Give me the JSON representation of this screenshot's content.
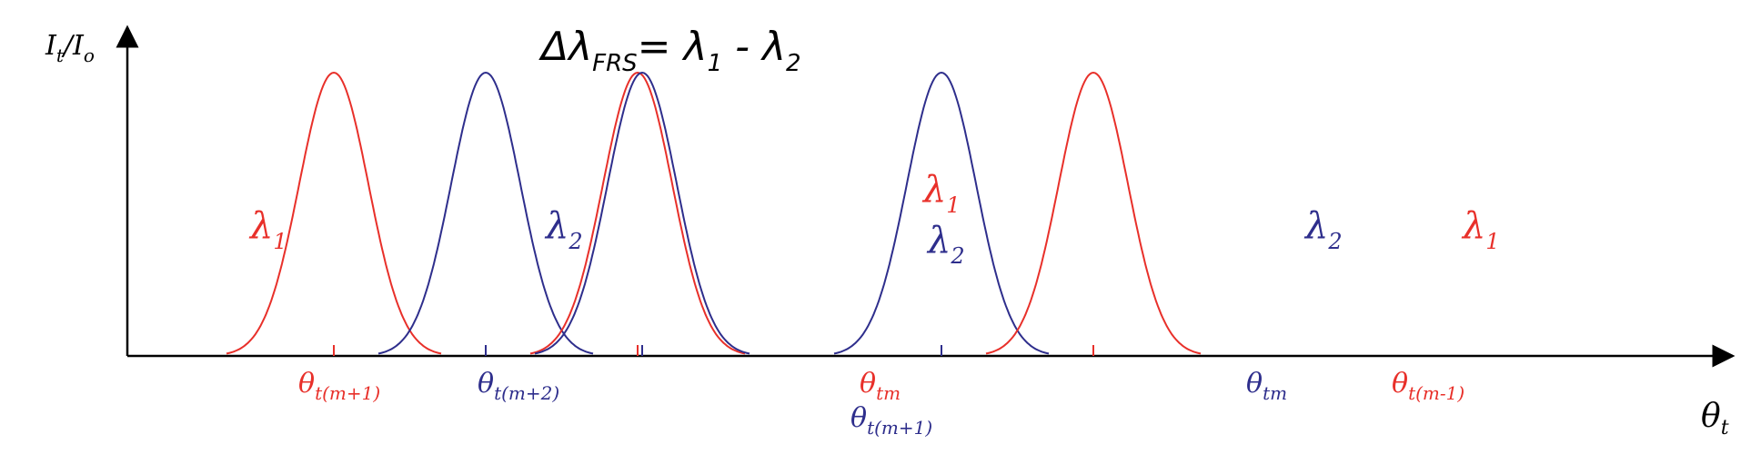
{
  "colors": {
    "red": "#e8302a",
    "blue": "#2e2e8c",
    "axis": "#000000"
  },
  "equation": {
    "delta": "Δλ",
    "sub": "FRS",
    "rest": "= λ",
    "sub1": "1",
    "minus": " - λ",
    "sub2": "2"
  },
  "y_axis_label": {
    "i_t": "I",
    "t_sub": "t",
    "slash_i": "/I",
    "o_sub": "o"
  },
  "x_axis_label": {
    "theta": "θ",
    "sub": "t"
  },
  "peaks": [
    {
      "id": "peak-red-1",
      "color": "red",
      "center": 1
    },
    {
      "id": "peak-blue-1",
      "color": "blue",
      "center": 2
    },
    {
      "id": "peak-red-2",
      "color": "red",
      "center": 3
    },
    {
      "id": "peak-blue-2",
      "color": "blue",
      "center": 3.03
    },
    {
      "id": "peak-blue-3",
      "color": "blue",
      "center": 5
    },
    {
      "id": "peak-red-3",
      "color": "red",
      "center": 6
    }
  ],
  "curve_labels": [
    {
      "sym": "λ",
      "sub": "1",
      "color": "red"
    },
    {
      "sym": "λ",
      "sub": "2",
      "color": "blue"
    },
    {
      "sym": "λ",
      "sub": "1",
      "color": "red"
    },
    {
      "sym": "λ",
      "sub": "2",
      "color": "blue"
    },
    {
      "sym": "λ",
      "sub": "2",
      "color": "blue"
    },
    {
      "sym": "λ",
      "sub": "1",
      "color": "red"
    }
  ],
  "tick_labels": [
    {
      "sym": "θ",
      "sub": "t(m+1)",
      "color": "red"
    },
    {
      "sym": "θ",
      "sub": "t(m+2)",
      "color": "blue"
    },
    {
      "sym": "θ",
      "sub": "tm",
      "color": "red"
    },
    {
      "sym": "θ",
      "sub": "t(m+1)",
      "color": "blue"
    },
    {
      "sym": "θ",
      "sub": "tm",
      "color": "blue"
    },
    {
      "sym": "θ",
      "sub": "t(m-1)",
      "color": "red"
    }
  ]
}
